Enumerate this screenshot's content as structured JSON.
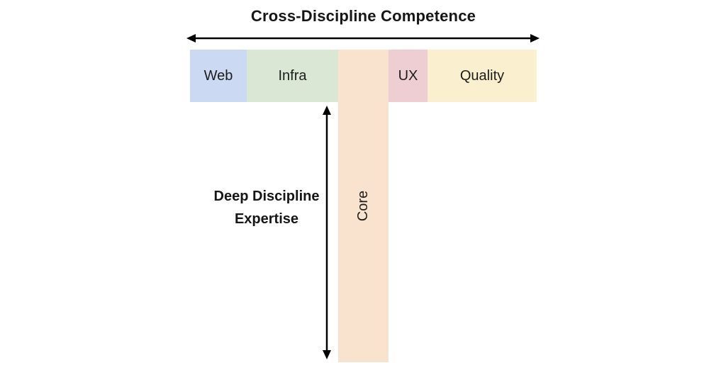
{
  "diagram": {
    "title": "Cross-Discipline Competence",
    "vertical_axis_label": "Deep Discipline Expertise",
    "colors": {
      "background": "#ffffff",
      "arrow": "#000000",
      "text": "#1c1c1c"
    },
    "segments": [
      {
        "id": "web",
        "label": "Web",
        "color": "#ccd9f2"
      },
      {
        "id": "infra",
        "label": "Infra",
        "color": "#dbe7d5"
      },
      {
        "id": "core",
        "label": "Core",
        "color": "#f9e3ce"
      },
      {
        "id": "ux",
        "label": "UX",
        "color": "#eeced2"
      },
      {
        "id": "quality",
        "label": "Quality",
        "color": "#faf0cf"
      }
    ]
  }
}
